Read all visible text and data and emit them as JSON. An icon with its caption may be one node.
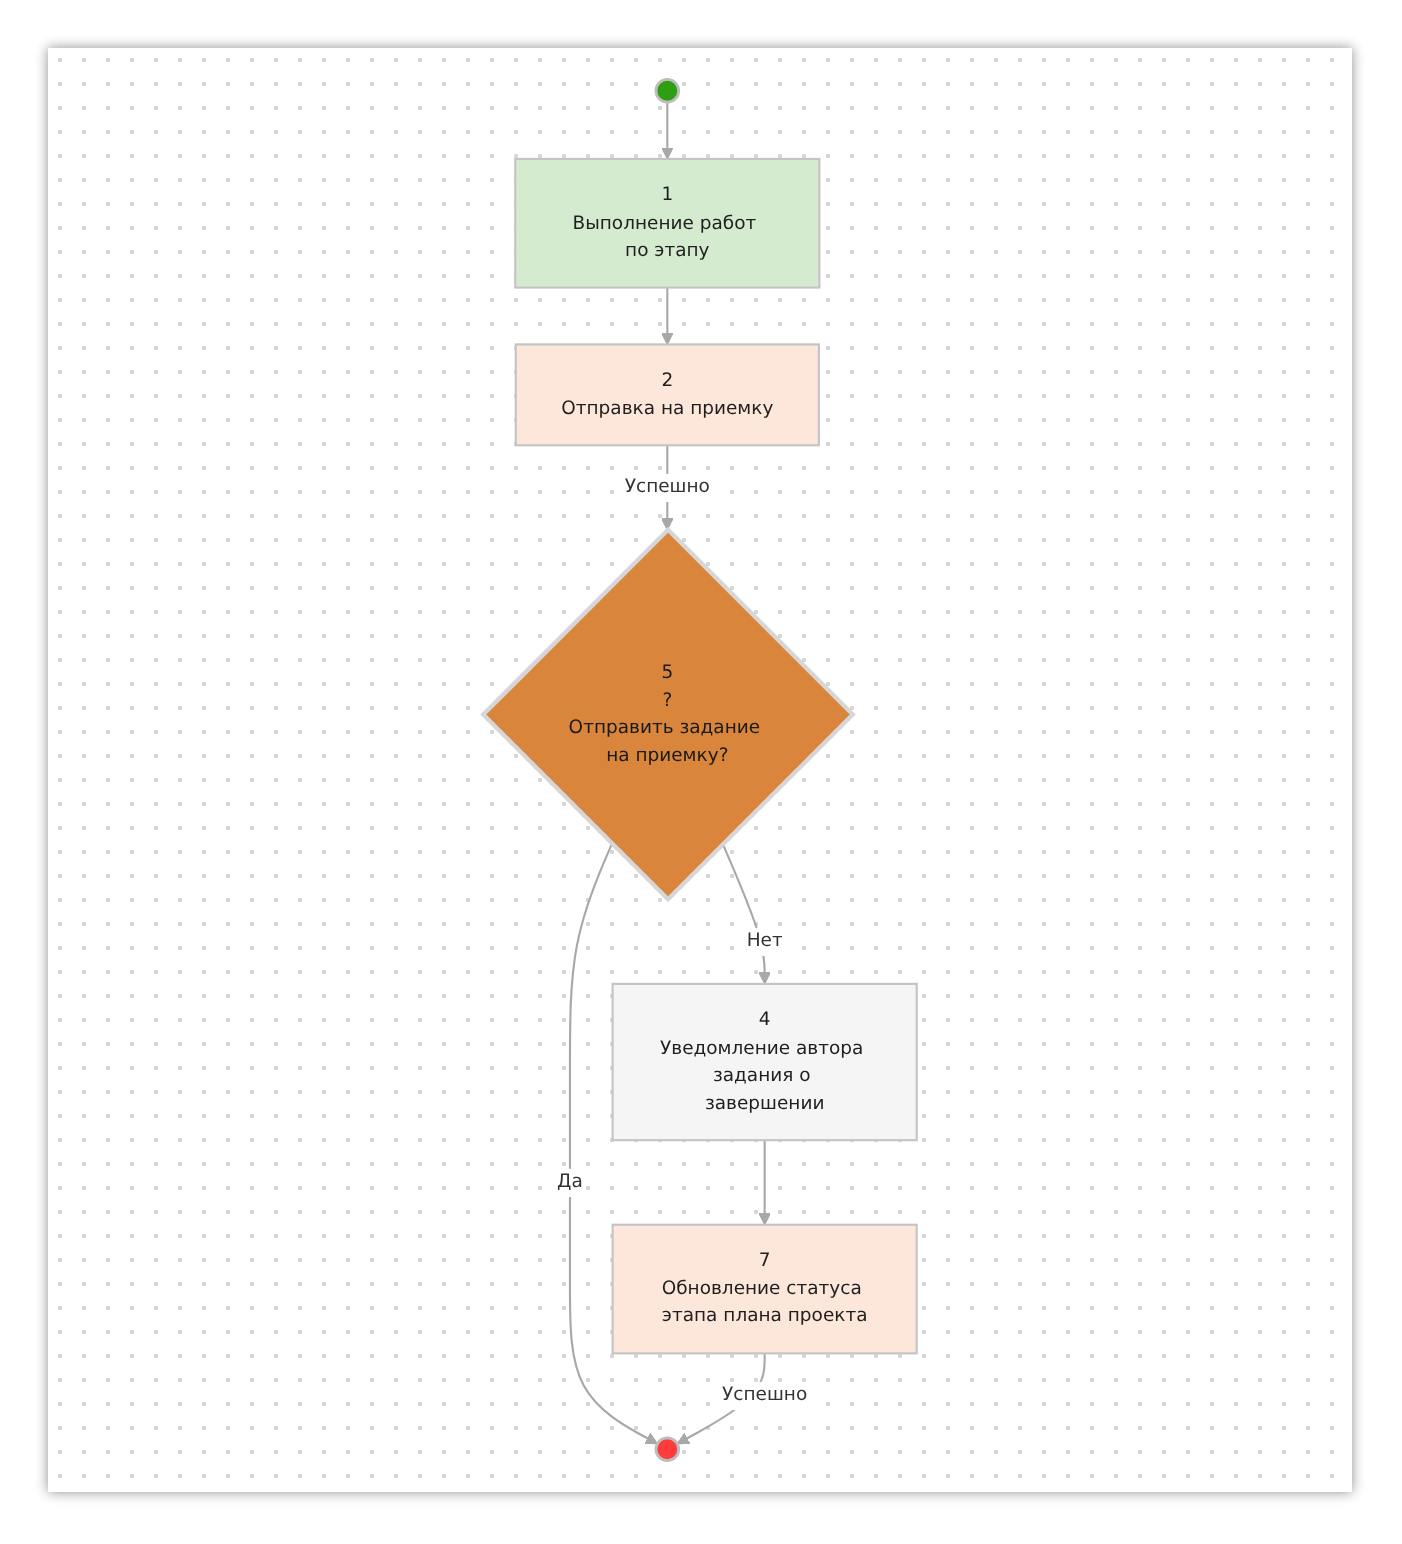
{
  "diagram": {
    "nodes": [
      {
        "text": [],
        "shape": "circle"
      },
      {
        "text": [
          "1",
          "Выполнение работ по этапу"
        ]
      },
      {
        "text": [
          "2",
          "Отправка на приемку"
        ]
      },
      {
        "text": [
          "5",
          "?",
          "Отправить задание на приемку?"
        ]
      },
      {
        "text": [
          "4",
          "Уведомление автора задания о завершении"
        ]
      },
      {
        "text": [
          "7",
          "Обновление статуса этапа плана проекта"
        ]
      },
      {
        "text": [],
        "shape": "circle"
      }
    ],
    "edges": [
      {
        "from": 0,
        "to": 1,
        "arrow": "to"
      },
      {
        "from": 1,
        "to": 2,
        "arrow": "to"
      },
      {
        "from": 2,
        "to": 3,
        "arrow": "to",
        "label": "Успешно"
      },
      {
        "from": 3,
        "to": 6,
        "arrow": "to",
        "label": "Да"
      },
      {
        "from": 3,
        "to": 4,
        "arrow": "to",
        "label": "Нет"
      },
      {
        "from": 4,
        "to": 5,
        "arrow": "to"
      },
      {
        "from": 5,
        "to": 6,
        "arrow": "to",
        "label": "Успешно"
      }
    ]
  }
}
